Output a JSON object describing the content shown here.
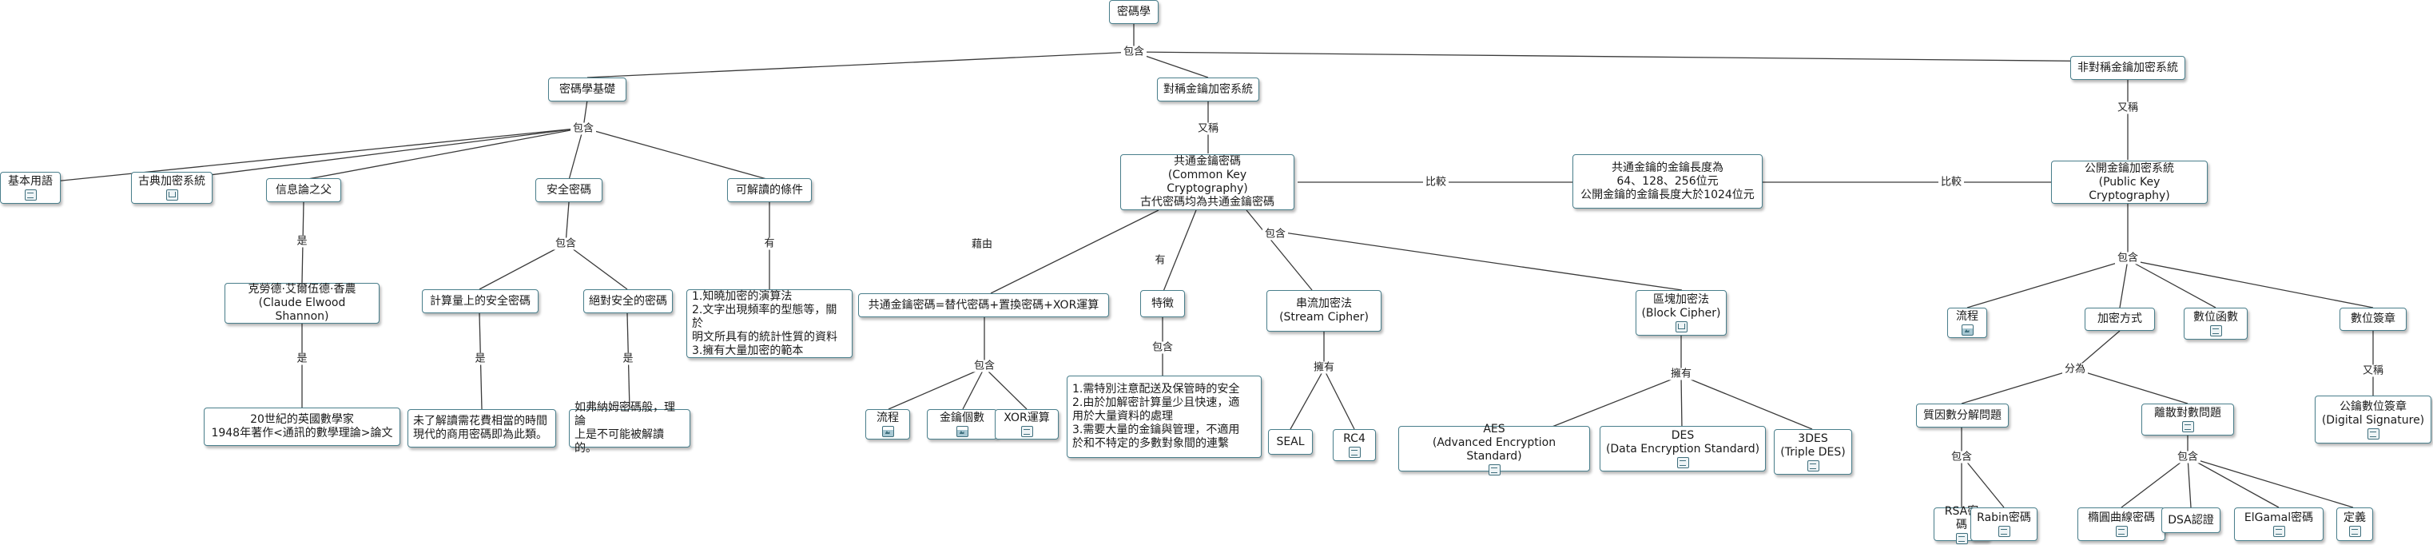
{
  "nodes": {
    "root": "密碼學",
    "basics": "密碼學基礎",
    "symmetric": "對稱金鑰加密系統",
    "asymmetric": "非對稱金鑰加密系統",
    "terms": "基本用語",
    "classical": "古典加密系統",
    "father": "信息論之父",
    "secure": "安全密碼",
    "conditions": "可解讀的條件",
    "shannon": "克勞德·艾爾伍德·香農\n(Claude Elwood Shannon)",
    "shannon_desc": "20世紀的英國數學家\n1948年著作<通訊的數學理論>論文",
    "comp_secure": "計算量上的安全密碼",
    "abs_secure": "絕對安全的密碼",
    "comp_desc": "未了解讀需花費相當的時間\n現代的商用密碼即為此類。",
    "abs_desc": "如弗納姆密碼般，理論\n上是不可能被解讀的。",
    "cond_desc": "1.知曉加密的演算法\n2.文字出現頻率的型態等，關於\n明文所具有的統計性質的資料\n3.擁有大量加密的範本",
    "common_key": "共通金鑰密碼\n(Common Key Cryptography)\n古代密碼均為共通金鑰密碼",
    "compare": "共通金鑰的金鑰長度為\n64、128、256位元\n公開金鑰的金鑰長度大於1024位元",
    "public_key": "公開金鑰加密系統\n(Public Key Cryptography)",
    "formula": "共通金鑰密碼=替代密碼+置換密碼+XOR運算",
    "flow1": "流程",
    "key_count": "金鑰個數",
    "xor": "XOR運算",
    "features": "特徵",
    "feat_desc": "1.需特別注意配送及保管時的安全\n2.由於加解密計算量少且快速，適\n用於大量資料的處理\n3.需要大量的金鑰與管理，不適用\n於和不特定的多數對象間的連繫",
    "stream": "串流加密法\n(Stream Cipher)",
    "block": "區塊加密法\n(Block Cipher)",
    "seal": "SEAL",
    "rc4": "RC4",
    "aes": "AES\n(Advanced Encryption Standard)",
    "des": "DES\n(Data Encryption Standard)",
    "tdes": "3DES\n(Triple DES)",
    "flow2": "流程",
    "enc_method": "加密方式",
    "digit_func": "數位函數",
    "dsig": "數位簽章",
    "factor": "質因數分解問題",
    "dlog": "離散對數問題",
    "dsig_en": "公鑰數位簽章\n(Digital Signature)",
    "rsa": "RSA密碼",
    "rabin": "Rabin密碼",
    "ecc": "橢圓曲線密碼",
    "dsa": "DSA認證",
    "elgamal": "ElGamal密碼",
    "definition": "定義"
  },
  "labels": {
    "root_inc": "包含",
    "basics_inc": "包含",
    "also": "又稱",
    "also2": "又稱",
    "is1": "是",
    "is2": "是",
    "is3": "是",
    "secure_inc": "包含",
    "has": "有",
    "compare1": "比較",
    "compare2": "比較",
    "via": "藉由",
    "has2": "有",
    "inc3": "包含",
    "feat_inc": "包含",
    "own1": "擁有",
    "own2": "擁有",
    "pk_inc": "包含",
    "divided": "分為",
    "fac_inc": "包含",
    "dlog_inc": "包含",
    "also3": "又稱"
  },
  "colors": {
    "border": "#4a7f8c",
    "line": "#3b3b3b",
    "icon_fill": "#a8c8d3"
  },
  "icons": {
    "terms": "document-icon",
    "classical": "map-icon",
    "flow1": "image-icon",
    "key_count": "image-icon",
    "xor": "document-icon",
    "rc4": "document-icon",
    "aes": "document-icon",
    "des": "document-icon",
    "tdes": "document-icon",
    "block": "map-icon",
    "flow2": "image-icon",
    "digit_func": "document-icon",
    "dlog": "document-icon",
    "dsig_en": "document-icon",
    "rsa": "document-icon",
    "rabin": "document-icon",
    "ecc": "document-icon",
    "elgamal": "document-icon",
    "definition": "document-icon"
  }
}
